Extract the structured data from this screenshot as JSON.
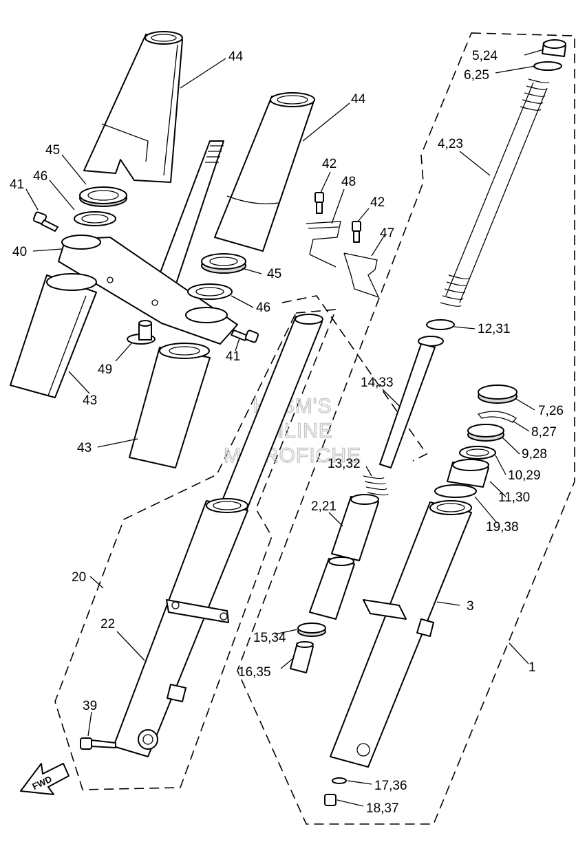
{
  "watermark": {
    "line1": "HLSM'S",
    "line2": "ONLINE",
    "line3": "MICROFICHE"
  },
  "fwd_label": "FWD",
  "labels": {
    "p44a": "44",
    "p44b": "44",
    "p45a": "45",
    "p46a": "46",
    "p41a": "41",
    "p40": "40",
    "p45b": "45",
    "p46b": "46",
    "p41b": "41",
    "p49": "49",
    "p43a": "43",
    "p43b": "43",
    "p42a": "42",
    "p48": "48",
    "p42b": "42",
    "p47": "47",
    "p5_24": "5,24",
    "p6_25": "6,25",
    "p4_23": "4,23",
    "p12_31": "12,31",
    "p14_33": "14,33",
    "p7_26": "7,26",
    "p8_27": "8,27",
    "p9_28": "9,28",
    "p10_29": "10,29",
    "p11_30": "11,30",
    "p13_32": "13,32",
    "p19_38": "19,38",
    "p2_21": "2,21",
    "p3": "3",
    "p20": "20",
    "p22": "22",
    "p15_34": "15,34",
    "p16_35": "16,35",
    "p1": "1",
    "p39": "39",
    "p17_36": "17,36",
    "p18_37": "18,37"
  }
}
